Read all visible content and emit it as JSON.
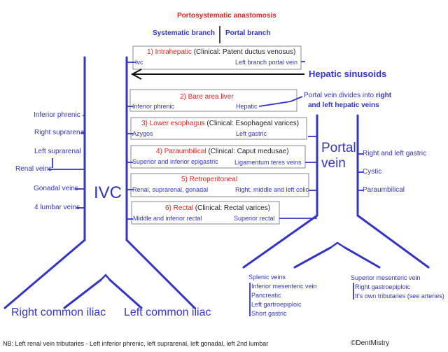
{
  "title": "Portosystematic anastomosis",
  "systematic_branch_label": "Systematic branch",
  "portal_branch_label": "Portal branch",
  "hepatic_sinusoids_label": "Hepatic sinusoids",
  "portal_divides_line1_prefix": "Portal vein divides into ",
  "portal_divides_line1_bold": "right",
  "portal_divides_line2": "and left hepatic veins",
  "ivc_label": "IVC",
  "portal_vein_line1": "Portal",
  "portal_vein_line2": "vein",
  "ivc_tributaries": [
    "Inferior phrenic",
    "Right suprarenal",
    "Left suprarenal",
    "Renal veins",
    "Gonadal veins",
    "4 lumbar veins"
  ],
  "portal_tributaries": [
    "Right and left gastric",
    "Cystic",
    "Paraumbilical"
  ],
  "sites": [
    {
      "title": "1) Intrahepatic",
      "clinical": " (Clinical: Patent ductus venosus)",
      "systemic": "Ivc",
      "portal": "Left branch portal vein"
    },
    {
      "title": "2) Bare area liver",
      "clinical": "",
      "systemic": "Inferior phrenic",
      "portal": "Hepatic"
    },
    {
      "title": "3) Lower esophagus",
      "clinical": " (Clinical: Esophageal varices)",
      "systemic": "Azygos",
      "portal": "Left gastric"
    },
    {
      "title": "4) Paraumbilical",
      "clinical": " (Clinical: Caput medusae)",
      "systemic": "Superior and inferior epigastric",
      "portal": "Ligamentum teres veins"
    },
    {
      "title": "5) Retroperitoneal",
      "clinical": "",
      "systemic": "Renal, suprarenal, gonadal",
      "portal": "Right, middle and left colic"
    },
    {
      "title": "6) Rectal",
      "clinical": " (Clinical: Rectal varices)",
      "systemic": "Middle and inferior rectal",
      "portal": "Superior rectal"
    }
  ],
  "right_common_iliac": "Right common iliac",
  "left_common_iliac": "Left common iliac",
  "splenic_veins_title": "Splenic veins",
  "splenic_tributaries": [
    "Inferior mesenteric vein",
    "Pancreatic",
    "Left gartroepiploic",
    "Short gastric"
  ],
  "sup_mesenteric_title": "Superior mesenteric vein",
  "sup_mesenteric_tributaries": [
    "Right gastroepiploic",
    "It's own tributaries (see arteries)"
  ],
  "footnote": "NB: Left renal vein tributaries - Left inferior phrenic, left suprarenal, left gonadal, left 2nd lumbar",
  "copyright": "©DentMistry",
  "colors": {
    "blue": "#3333cc",
    "red": "#e8231e",
    "text": "#222222",
    "box_border": "#888888"
  }
}
